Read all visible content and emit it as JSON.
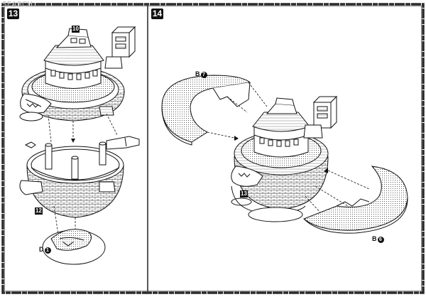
{
  "watermark": "SEARCH",
  "steps": [
    {
      "number": "13",
      "callouts": {
        "top": "10",
        "middle": "12",
        "bottom_letter": "D",
        "bottom_number": "1"
      }
    },
    {
      "number": "14",
      "callouts": {
        "top_left_letter": "B",
        "top_left_number": "7",
        "center": "13",
        "bottom_right_letter": "B",
        "bottom_right_number": "6"
      }
    }
  ],
  "colors": {
    "ink": "#111111",
    "paper": "#ffffff",
    "frame": "#2a2a2a"
  }
}
